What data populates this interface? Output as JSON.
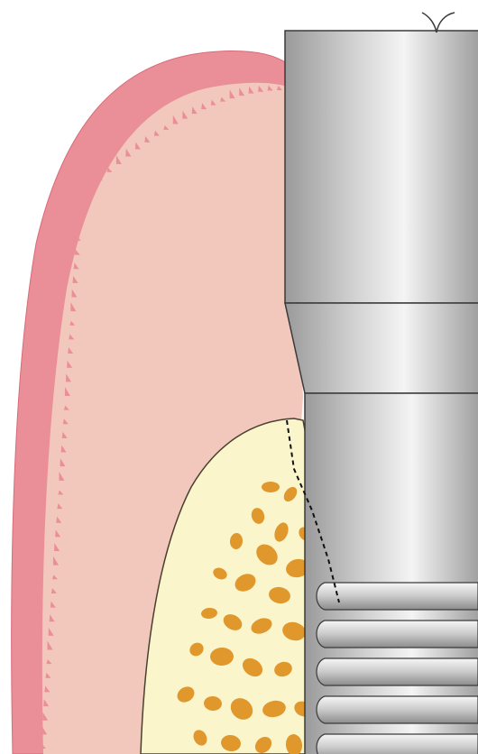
{
  "diagram": {
    "subject": "dental-implant-cross-section",
    "colors": {
      "background": "#ffffff",
      "gingiva_outer": "#ea8e97",
      "gingiva_inner": "#f2c8bd",
      "gingiva_outline": "#d86b7a",
      "bone_cortical": "#fbf5cc",
      "bone_outline": "#4a4030",
      "bone_trabecula": "#e0972c",
      "implant_light": "#f4f4f4",
      "implant_mid": "#d2d2d2",
      "implant_dark": "#9a9a9a",
      "implant_outline": "#3a3a3a",
      "dashed_line": "#111111"
    },
    "parts": [
      "gingiva",
      "connective-tissue",
      "alveolar-bone",
      "trabecular-bone",
      "implant-abutment",
      "implant-collar",
      "implant-threads",
      "bone-remodeling-line",
      "suture"
    ]
  }
}
